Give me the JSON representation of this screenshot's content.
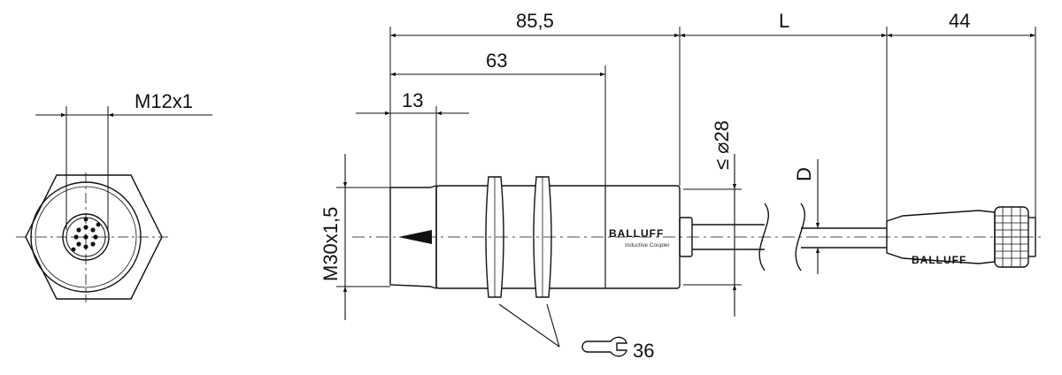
{
  "dimensions": {
    "overall_length": "85,5",
    "housing_length": "63",
    "sensing_face_length": "13",
    "cable_length": "L",
    "connector_length": "44",
    "thread_main": "M30x1,5",
    "thread_connector": "M12x1",
    "max_diameter": "≤ ⌀28",
    "cable_diameter": "D",
    "wrench_size": "36"
  },
  "labels": {
    "brand_housing": "BALLUFF",
    "product_line": "Inductive Coupler",
    "brand_connector": "BALLUFF"
  }
}
